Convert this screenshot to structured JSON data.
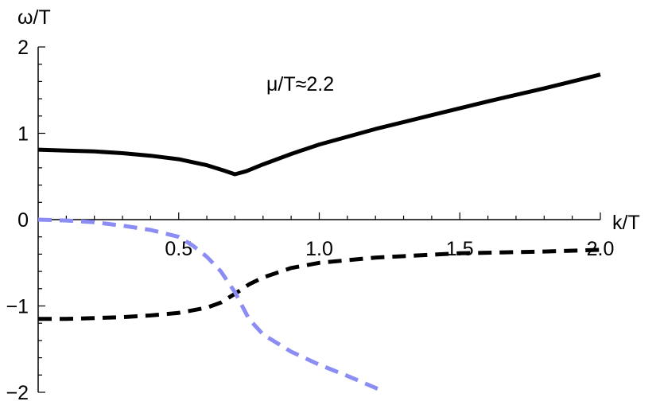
{
  "chart_data": {
    "type": "line",
    "title": "",
    "xlabel": "k/T",
    "ylabel": "ω/T",
    "annotation": "μ/T≈2.2",
    "xlim": [
      0,
      2.0
    ],
    "ylim": [
      -2,
      2
    ],
    "x_ticks": [
      "0.5",
      "1.0",
      "1.5",
      "2.0"
    ],
    "x_tick_values": [
      0.5,
      1.0,
      1.5,
      2.0
    ],
    "y_ticks": [
      "2",
      "1",
      "0",
      "−1",
      "−2"
    ],
    "y_tick_values": [
      2,
      1,
      0,
      -1,
      -2
    ],
    "grid": false,
    "series": [
      {
        "style": "solid",
        "color": "#000000",
        "x": [
          0,
          0.1,
          0.2,
          0.3,
          0.4,
          0.5,
          0.6,
          0.66,
          0.7,
          0.74,
          0.8,
          0.9,
          1.0,
          1.2,
          1.4,
          1.6,
          1.8,
          2.0
        ],
        "y": [
          0.81,
          0.8,
          0.79,
          0.77,
          0.74,
          0.7,
          0.63,
          0.57,
          0.525,
          0.56,
          0.64,
          0.76,
          0.87,
          1.05,
          1.21,
          1.37,
          1.52,
          1.68
        ]
      },
      {
        "style": "dashed",
        "color": "#000000",
        "x": [
          0,
          0.1,
          0.2,
          0.3,
          0.4,
          0.5,
          0.6,
          0.65,
          0.7,
          0.75,
          0.8,
          0.9,
          1.0,
          1.2,
          1.5,
          1.8,
          2.0
        ],
        "y": [
          -1.15,
          -1.15,
          -1.14,
          -1.13,
          -1.11,
          -1.08,
          -1.02,
          -0.96,
          -0.86,
          -0.75,
          -0.67,
          -0.56,
          -0.5,
          -0.44,
          -0.39,
          -0.37,
          -0.35
        ]
      },
      {
        "style": "dashed",
        "color": "#8c8cf5",
        "x": [
          0,
          0.1,
          0.2,
          0.3,
          0.4,
          0.5,
          0.55,
          0.6,
          0.65,
          0.7,
          0.75,
          0.8,
          0.9,
          1.0,
          1.1,
          1.23
        ],
        "y": [
          0,
          -0.01,
          -0.03,
          -0.07,
          -0.12,
          -0.2,
          -0.3,
          -0.43,
          -0.6,
          -0.84,
          -1.15,
          -1.33,
          -1.53,
          -1.68,
          -1.81,
          -1.99
        ]
      }
    ]
  }
}
